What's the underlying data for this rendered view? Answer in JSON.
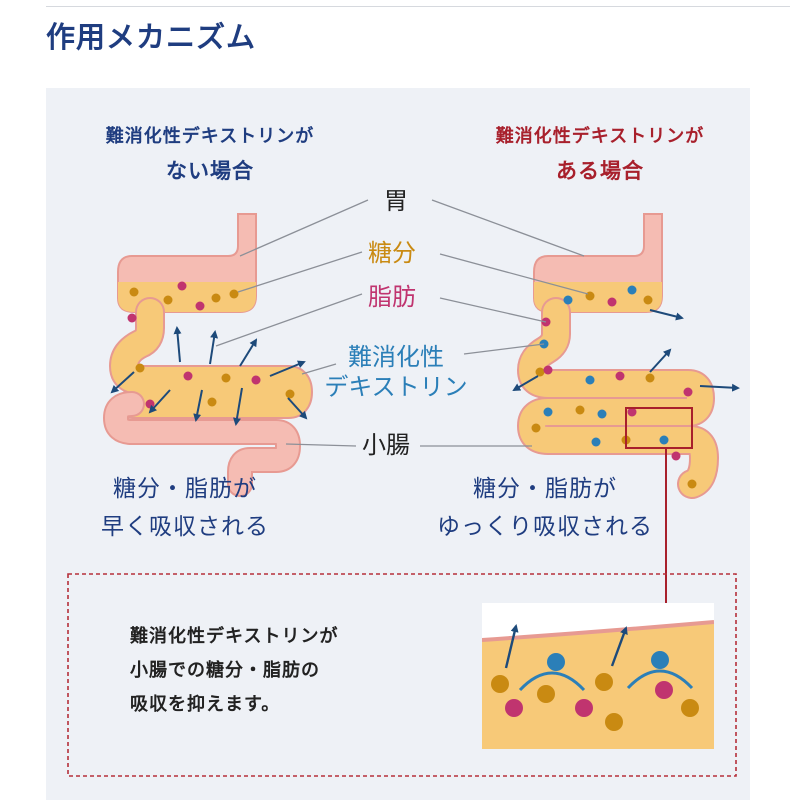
{
  "page_title": "作用メカニズム",
  "left_heading": {
    "line1": "難消化性デキストリンが",
    "line2": "ない場合"
  },
  "right_heading": {
    "line1": "難消化性デキストリンが",
    "line2": "ある場合"
  },
  "labels": {
    "stomach": "胃",
    "sugar": "糖分",
    "fat": "脂肪",
    "dextrin_line1": "難消化性",
    "dextrin_line2": "デキストリン",
    "small_intestine": "小腸"
  },
  "left_result": {
    "line1": "糖分・脂肪が",
    "line2": "早く吸収される"
  },
  "right_result": {
    "line1": "糖分・脂肪が",
    "line2": "ゆっくり吸収される"
  },
  "detail_note": {
    "line1": "難消化性デキストリンが",
    "line2": "小腸での糖分・脂肪の",
    "line3": "吸収を抑えます。"
  },
  "colors": {
    "title_blue": "#1f3d80",
    "heading_red": "#a8202c",
    "sugar_gold": "#c98a12",
    "fat_pink": "#c0346f",
    "dextrin_blue": "#2b7fb8",
    "content_fill": "#f7c978",
    "organ_pink": "#f5bcb3",
    "arrow_navy": "#1d4a7a"
  }
}
